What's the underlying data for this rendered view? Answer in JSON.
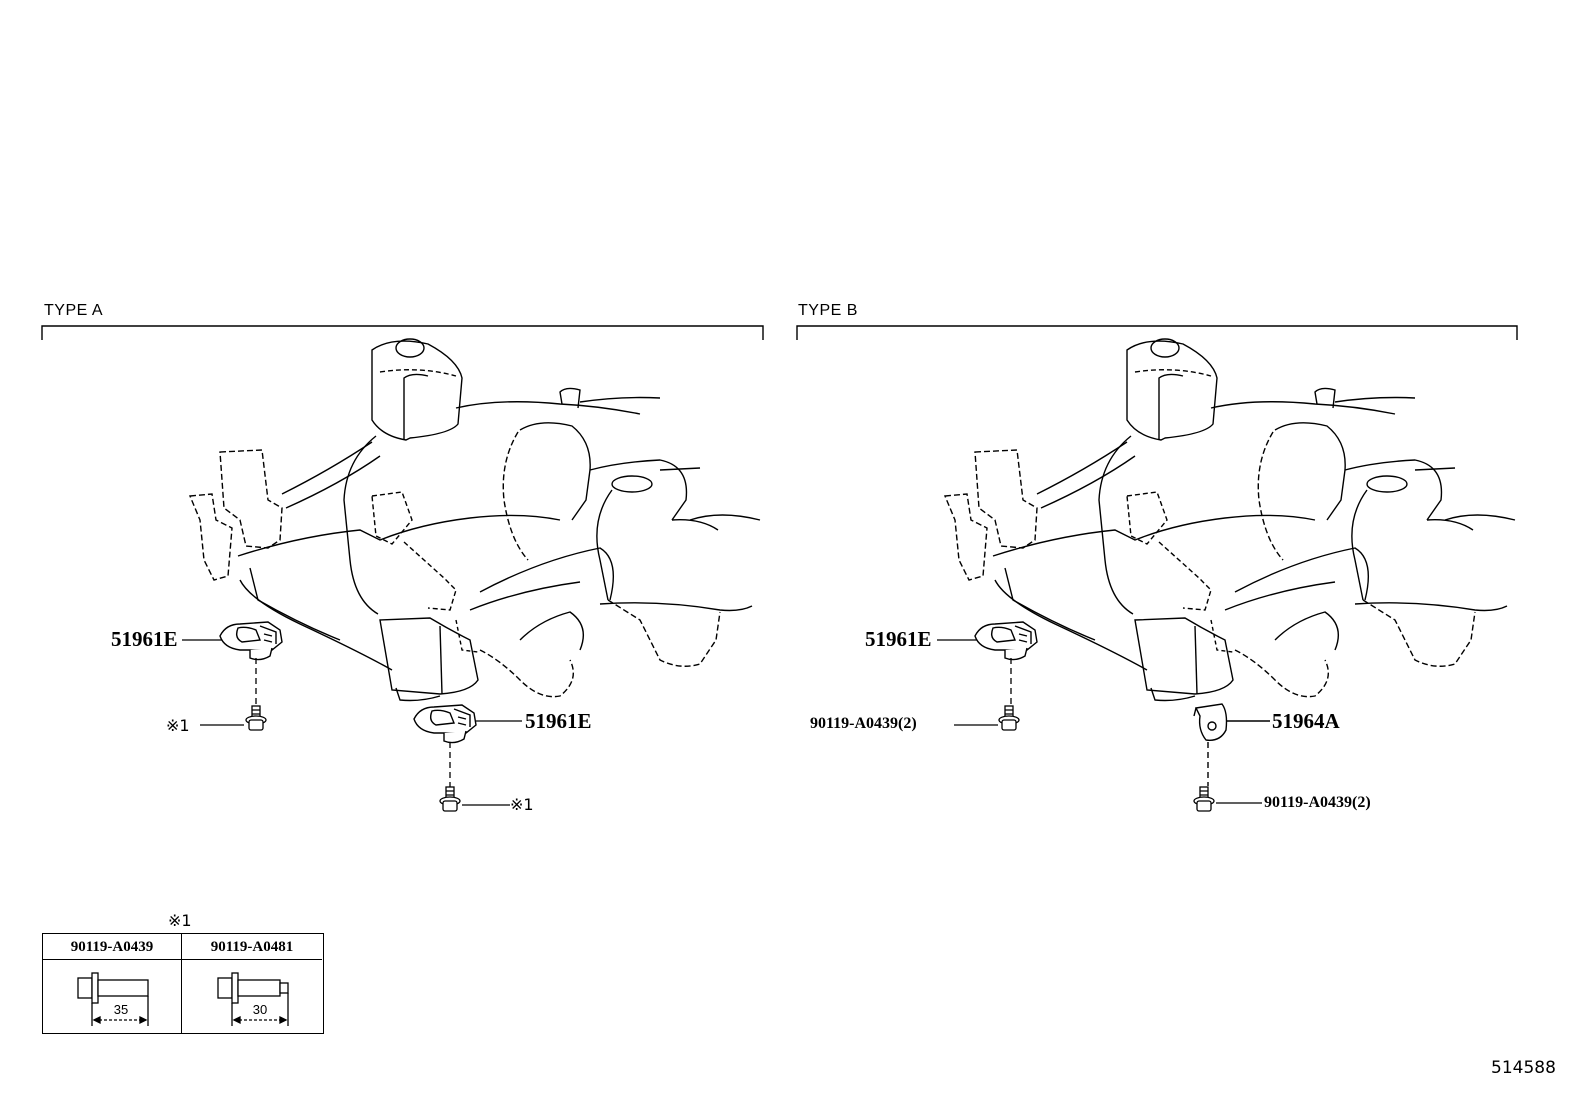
{
  "sections": {
    "type_a": "TYPE A",
    "type_b": "TYPE B"
  },
  "callouts": {
    "a_upper_bracket": "51961E",
    "a_lower_bracket": "51961E",
    "a_bolt_1": "※1",
    "a_bolt_2": "※1",
    "b_upper_bracket": "51961E",
    "b_bolt_1": "90119-A0439(2)",
    "b_lower_bracket": "51964A",
    "b_bolt_2": "90119-A0439(2)"
  },
  "legend": {
    "marker": "※1",
    "columns": [
      {
        "part": "90119-A0439",
        "length": "35"
      },
      {
        "part": "90119-A0481",
        "length": "30"
      }
    ]
  },
  "diagram_number": "514588"
}
